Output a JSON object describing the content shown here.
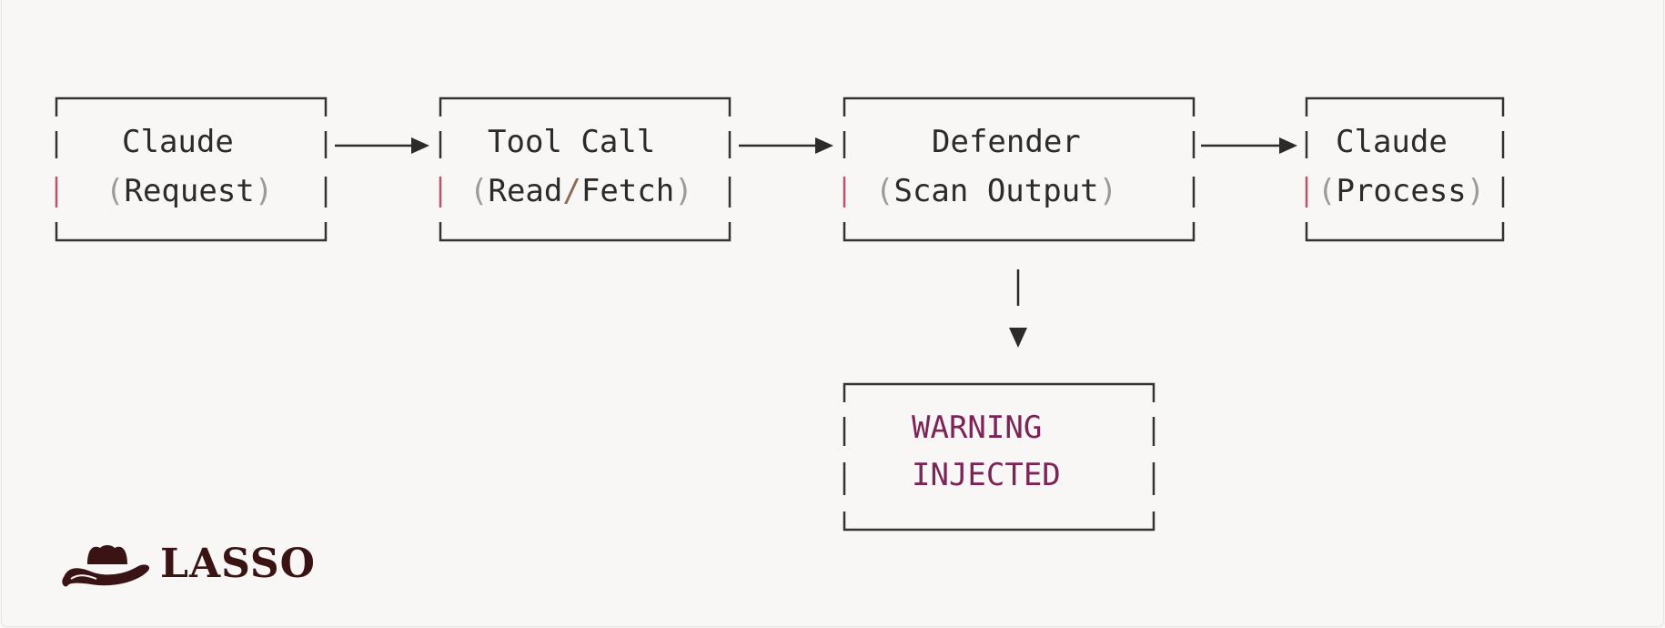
{
  "nodes": {
    "request": {
      "line1": "Claude",
      "open": "(",
      "text": "Request",
      "close": ")"
    },
    "tool_call": {
      "line1": "Tool Call",
      "open": "(",
      "text_a": "Read",
      "slash": "/",
      "text_b": "Fetch",
      "close": ")"
    },
    "defender": {
      "line1": "Defender",
      "open": "(",
      "text": "Scan Output",
      "close": ")"
    },
    "process": {
      "line1": "Claude",
      "open": "(",
      "text": "Process",
      "close": ")"
    },
    "warning": {
      "line1": "WARNING",
      "line2": "INJECTED"
    }
  },
  "logo": {
    "text": "LASSO",
    "icon": "cowboy-hat-icon"
  },
  "colors": {
    "background": "#f8f7f6",
    "text": "#2b2b2b",
    "paren": "#9a9a9a",
    "warning": "#7d2456",
    "accent_bar": "#c0506a",
    "logo": "#3a1414"
  }
}
